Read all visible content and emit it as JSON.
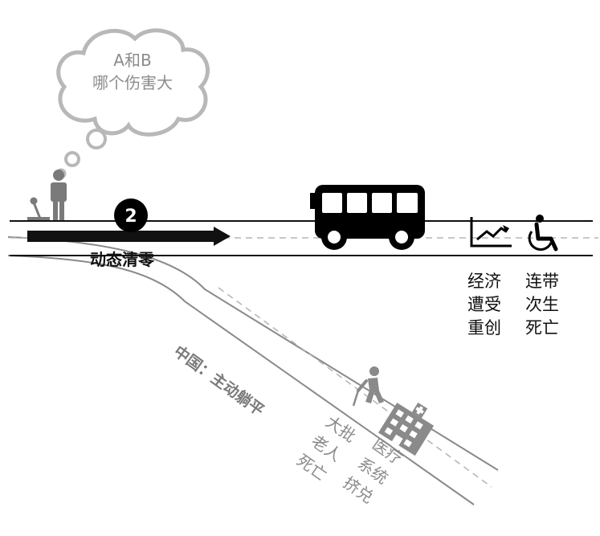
{
  "thought": {
    "line1": "A和B",
    "line2": "哪个伤害大"
  },
  "step_badge": "2",
  "arrow_label": "动态清零",
  "diagonal_label": "中国：主动躺平",
  "effects": {
    "economy": [
      "经济",
      "遭受",
      "重创"
    ],
    "collateral": [
      "连带",
      "次生",
      "死亡"
    ]
  },
  "china_effects": {
    "elderly": [
      "大批",
      "老人",
      "死亡"
    ],
    "medical": [
      "医疗",
      "系统",
      "挤兑"
    ]
  },
  "icons": {
    "person": "standing-person-icon",
    "lever": "switch-lever-icon",
    "bus": "bus-icon",
    "chart": "rising-chart-icon",
    "wheelchair": "wheelchair-icon",
    "elderly": "elderly-person-icon",
    "hospital": "hospital-icon"
  },
  "colors": {
    "track": "#111111",
    "diagonal": "#8a8a8a",
    "dash": "#b5b5b5",
    "arrow": "#111111",
    "icon_dark": "#000000",
    "icon_gray": "#7a7a7a",
    "cloud_stroke": "#b8b8b8",
    "cloud_text": "#8c8c8c"
  }
}
